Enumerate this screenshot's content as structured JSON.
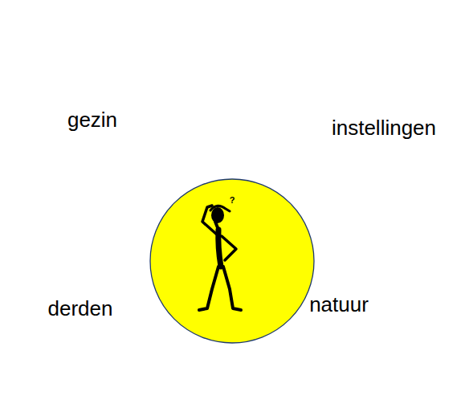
{
  "diagram": {
    "nodes": [
      {
        "text": [
          "gezin"
        ]
      },
      {
        "text": [
          "instellingen"
        ]
      },
      {
        "text": [
          "derden"
        ]
      },
      {
        "text": [
          "natuur"
        ]
      }
    ],
    "labels": [
      "?"
    ]
  }
}
